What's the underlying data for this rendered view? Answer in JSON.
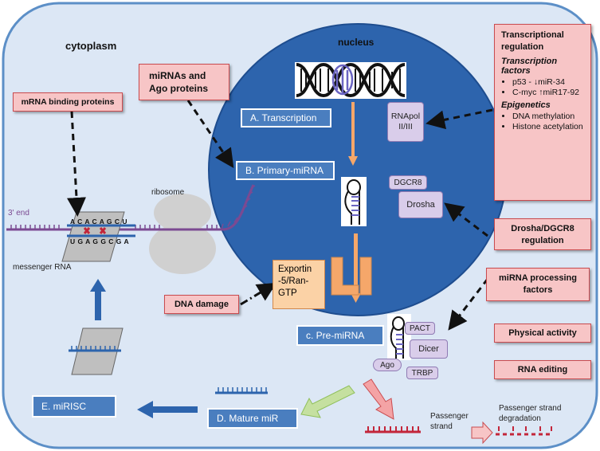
{
  "labels": {
    "cytoplasm": "cytoplasm",
    "nucleus": "nucleus",
    "ribosome": "ribosome",
    "three_end": "3' end",
    "messenger_rna": "messenger RNA",
    "passenger_strand": "Passenger\nstrand",
    "passenger_degradation": "Passenger strand\ndegradation"
  },
  "regulators": {
    "mrna_binding": "mRNA binding proteins",
    "mirnas_ago": "miRNAs and\nAgo proteins",
    "dna_damage": "DNA damage",
    "drosha_dgcr8": "Drosha/DGCR8\nregulation",
    "processing": "miRNA processing\nfactors",
    "physical_activity": "Physical activity",
    "rna_editing": "RNA editing"
  },
  "transcriptional": {
    "title": "Transcriptional\nregulation",
    "tf_heading": "Transcription factors",
    "tf_items": [
      "p53 - ↓miR-34",
      "C-myc ↑miR17-92"
    ],
    "epi_heading": "Epigenetics",
    "epi_items": [
      "DNA methylation",
      "Histone acetylation"
    ]
  },
  "steps": {
    "a": "A. Transcription",
    "b": "B. Primary-miRNA",
    "c": "c. Pre-miRNA",
    "d": "D. Mature miR",
    "e": "E. miRISC"
  },
  "proteins": {
    "rnapol": "RNApol\nII/III",
    "dgcr8": "DGCR8",
    "drosha": "Drosha",
    "exportin": "Exportin\n-5/Ran-\nGTP",
    "pact": "PACT",
    "dicer": "Dicer",
    "ago": "Ago",
    "trbp": "TRBP"
  },
  "mrna_seq": {
    "top": "A C A C A G C U",
    "bottom": "U G A G G C G A"
  },
  "colors": {
    "cell_fill": "#dce7f5",
    "nucleus_fill": "#2d64ad",
    "box_fill": "#f7c5c6",
    "box_border": "#c94b4f",
    "step_fill": "#4a7ebf",
    "protein_fill": "#d9cdea",
    "mrna_line": "#7b4a92",
    "arrow_orange": "#f5a76a",
    "arrow_green": "#c5e0a0",
    "arrow_pink": "#f4a3a5",
    "arrow_blue": "#2d64ad"
  }
}
